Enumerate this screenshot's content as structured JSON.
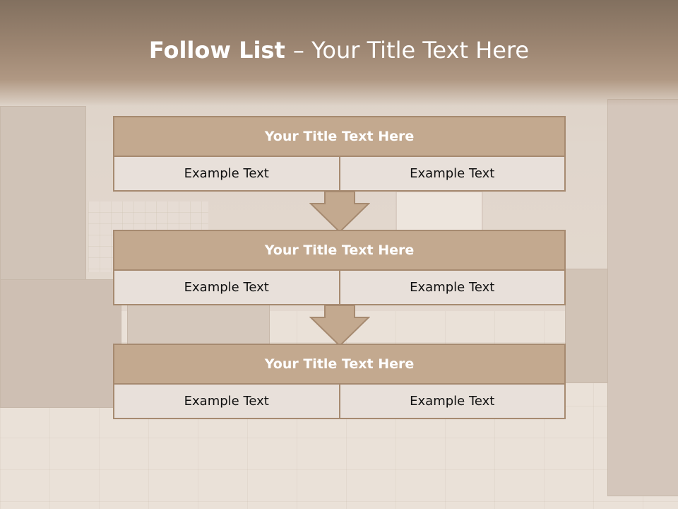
{
  "slide": {
    "title_bold": "Follow List ",
    "title_rest": " – Your Title Text Here"
  },
  "flow": {
    "steps": [
      {
        "title": "Your Title Text Here",
        "left": "Example Text",
        "right": "Example Text"
      },
      {
        "title": "Your Title Text Here",
        "left": "Example Text",
        "right": "Example Text"
      },
      {
        "title": "Your Title Text Here",
        "left": "Example Text",
        "right": "Example Text"
      }
    ]
  },
  "colors": {
    "header_dark": "#82705f",
    "box_fill": "#c3a98f",
    "box_border": "#a68a70",
    "row_fill": "#e8e0da"
  }
}
